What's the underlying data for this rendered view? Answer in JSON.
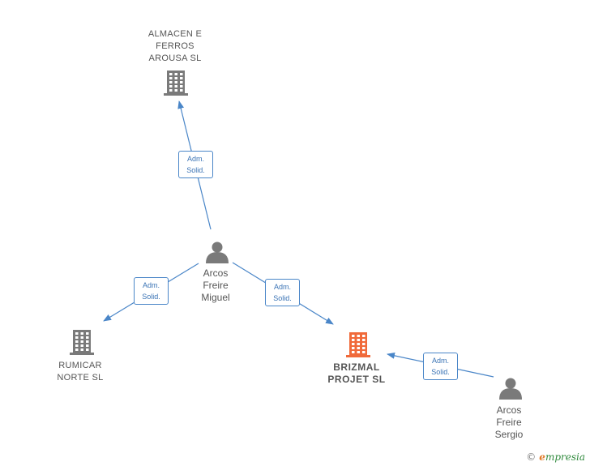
{
  "colors": {
    "company": "#7a7a7a",
    "focus_company": "#f06a3a",
    "person": "#7a7a7a",
    "edge": "#4a86c8"
  },
  "nodes": [
    {
      "id": "almacen",
      "type": "company",
      "icon": "building-icon",
      "label": "ALMACEN E\nFERROS\nAROUSA  SL"
    },
    {
      "id": "rumicar",
      "type": "company",
      "icon": "building-icon",
      "label": "RUMICAR\nNORTE  SL"
    },
    {
      "id": "brizmal",
      "type": "focus_company",
      "icon": "building-icon",
      "label": "BRIZMAL\nPROJET  SL"
    },
    {
      "id": "miguel",
      "type": "person",
      "icon": "person-icon",
      "label": "Arcos\nFreire\nMiguel"
    },
    {
      "id": "sergio",
      "type": "person",
      "icon": "person-icon",
      "label": "Arcos\nFreire\nSergio"
    }
  ],
  "edges": [
    {
      "from": "miguel",
      "to": "almacen",
      "label": "Adm.\nSolid."
    },
    {
      "from": "miguel",
      "to": "rumicar",
      "label": "Adm.\nSolid."
    },
    {
      "from": "miguel",
      "to": "brizmal",
      "label": "Adm.\nSolid."
    },
    {
      "from": "sergio",
      "to": "brizmal",
      "label": "Adm.\nSolid."
    }
  ],
  "watermark": {
    "copyright": "©",
    "brand_initial": "e",
    "brand_rest": "mpresia"
  }
}
